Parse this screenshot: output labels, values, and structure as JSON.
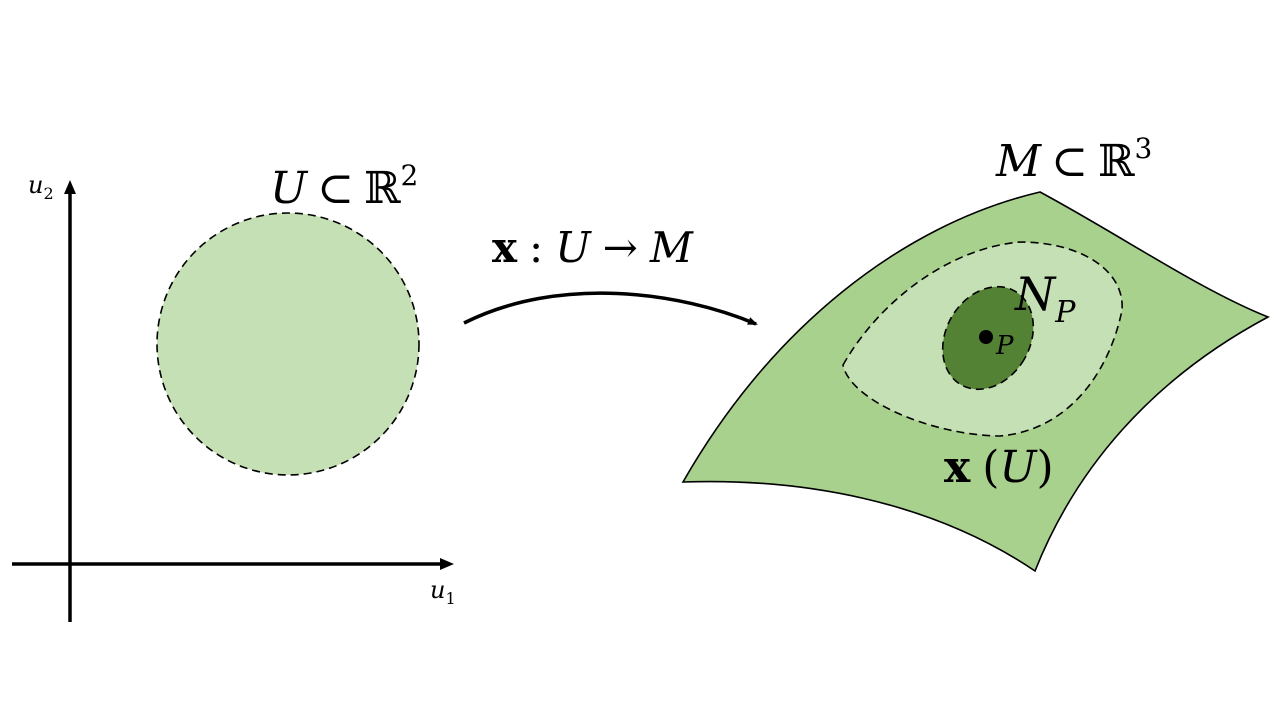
{
  "axes": {
    "x_axis_label": "u",
    "x_axis_subscript": "1",
    "y_axis_label": "u",
    "y_axis_subscript": "2"
  },
  "domain_set": {
    "set_name": "U",
    "subset_symbol": "⊂",
    "space_symbol": "ℝ",
    "space_superscript": "2"
  },
  "mapping": {
    "function": "x",
    "colon": ":",
    "domain": "U",
    "arrow": "→",
    "codomain": "M"
  },
  "surface_set": {
    "set_name": "M",
    "subset_symbol": "⊂",
    "space_symbol": "ℝ",
    "space_superscript": "3"
  },
  "neighborhood": {
    "name": "N",
    "subscript": "P"
  },
  "point": {
    "name": "P"
  },
  "image_label": {
    "function": "x",
    "open_paren": "(",
    "argument": "U",
    "close_paren": ")"
  },
  "colors": {
    "disk_fill": "#c5e0b4",
    "surface_fill": "#a9d18e",
    "image_fill": "#c5e0b4",
    "neighborhood_fill": "#548235",
    "stroke": "#000000"
  }
}
